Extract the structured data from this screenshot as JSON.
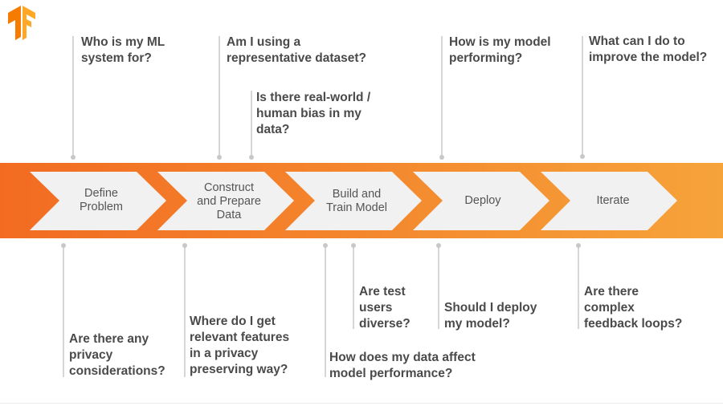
{
  "colors": {
    "band_start": "#f26b21",
    "band_end": "#f6a33a",
    "chevron_fill": "#f1f1f1",
    "question_text": "#4a4a4a",
    "connector": "#c8c8c8"
  },
  "logo": {
    "icon": "tensorflow-logo-icon"
  },
  "stages": [
    {
      "label": "Define\nProblem"
    },
    {
      "label": "Construct\nand Prepare\nData"
    },
    {
      "label": "Build and\nTrain Model"
    },
    {
      "label": "Deploy"
    },
    {
      "label": "Iterate"
    }
  ],
  "top_questions": [
    "Who is my ML\nsystem for?",
    "Am I using a\nrepresentative dataset?",
    "Is there real-world /\nhuman bias in my\ndata?",
    "How is my model\nperforming?",
    "What can I do to\nimprove the model?"
  ],
  "bottom_questions": [
    "Are there any\nprivacy\nconsiderations?",
    "Where do I get\nrelevant features\nin a privacy\npreserving way?",
    "How does my data affect\nmodel performance?",
    "Are test\nusers\ndiverse?",
    "Should I deploy\nmy model?",
    "Are there\ncomplex\nfeedback loops?"
  ]
}
